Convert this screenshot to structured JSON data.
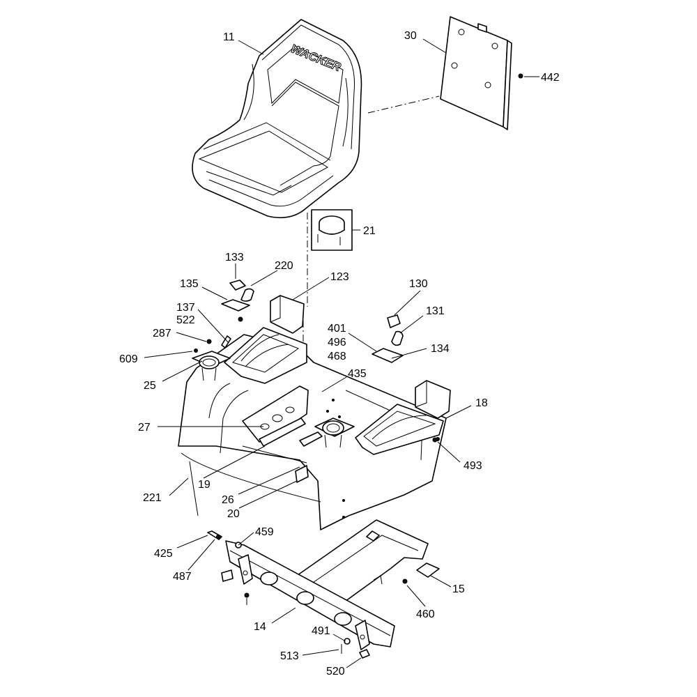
{
  "seat_brand": "WACKER",
  "callouts": [
    {
      "id": "c11",
      "label": "11"
    },
    {
      "id": "c30",
      "label": "30"
    },
    {
      "id": "c442",
      "label": "442"
    },
    {
      "id": "c21",
      "label": "21"
    },
    {
      "id": "c133",
      "label": "133"
    },
    {
      "id": "c220",
      "label": "220"
    },
    {
      "id": "c135",
      "label": "135"
    },
    {
      "id": "c123",
      "label": "123"
    },
    {
      "id": "c137",
      "label": "137"
    },
    {
      "id": "c522",
      "label": "522"
    },
    {
      "id": "c287",
      "label": "287"
    },
    {
      "id": "c609",
      "label": "609"
    },
    {
      "id": "c25",
      "label": "25"
    },
    {
      "id": "c130",
      "label": "130"
    },
    {
      "id": "c131",
      "label": "131"
    },
    {
      "id": "c401",
      "label": "401"
    },
    {
      "id": "c496",
      "label": "496"
    },
    {
      "id": "c468",
      "label": "468"
    },
    {
      "id": "c134",
      "label": "134"
    },
    {
      "id": "c435",
      "label": "435"
    },
    {
      "id": "c18",
      "label": "18"
    },
    {
      "id": "c27",
      "label": "27"
    },
    {
      "id": "c493",
      "label": "493"
    },
    {
      "id": "c19",
      "label": "19"
    },
    {
      "id": "c221",
      "label": "221"
    },
    {
      "id": "c26",
      "label": "26"
    },
    {
      "id": "c20",
      "label": "20"
    },
    {
      "id": "c425",
      "label": "425"
    },
    {
      "id": "c459",
      "label": "459"
    },
    {
      "id": "c487",
      "label": "487"
    },
    {
      "id": "c15",
      "label": "15"
    },
    {
      "id": "c460",
      "label": "460"
    },
    {
      "id": "c14",
      "label": "14"
    },
    {
      "id": "c491",
      "label": "491"
    },
    {
      "id": "c513",
      "label": "513"
    },
    {
      "id": "c520",
      "label": "520"
    }
  ]
}
